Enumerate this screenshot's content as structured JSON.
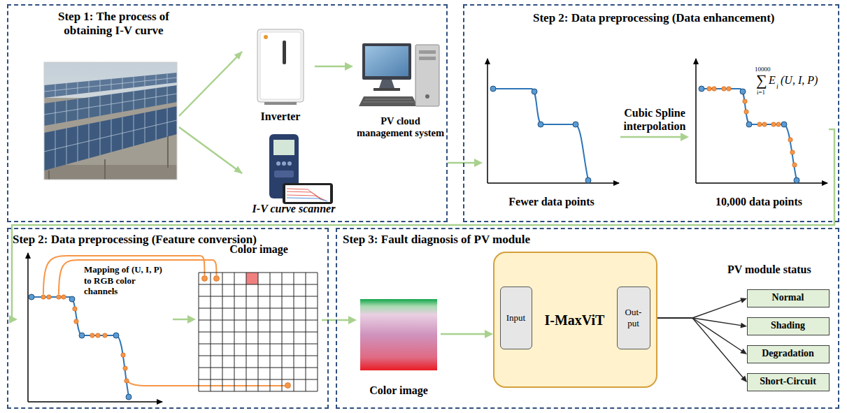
{
  "diagram": {
    "nodes": [
      {
        "text": [
          "Step 1: The process of obtaining I-V curve"
        ]
      },
      {
        "text": [
          "Inverter"
        ],
        "in": 0
      },
      {
        "text": [
          "PV cloud management system"
        ],
        "in": 0
      },
      {
        "text": [
          "I-V curve scanner"
        ],
        "in": 0
      },
      {
        "text": [
          "Step 2: Data preprocessing (Data enhancement)"
        ]
      },
      {
        "text": [
          "Fewer data points"
        ],
        "in": 4
      },
      {
        "text": [
          "10,000 data points"
        ],
        "in": 4
      },
      {
        "text": [
          "Step 2: Data preprocessing (Feature conversion)"
        ]
      },
      {
        "text": [
          "Mapping of (U, I, P) to RGB color channels"
        ],
        "in": 7
      },
      {
        "text": [
          "Color image"
        ],
        "in": 7
      },
      {
        "text": [
          "Step 3: Fault diagnosis of PV module"
        ]
      },
      {
        "text": [
          "Color image"
        ],
        "in": 10
      },
      {
        "text": [
          "I-MaxViT"
        ],
        "in": 10
      },
      {
        "text": [
          "Input"
        ],
        "in": 12
      },
      {
        "text": [
          "Out-put"
        ],
        "in": 12
      },
      {
        "text": [
          "Normal"
        ],
        "in": 10
      },
      {
        "text": [
          "Shading"
        ],
        "in": 10
      },
      {
        "text": [
          "Degradation"
        ],
        "in": 10
      },
      {
        "text": [
          "Short-Circuit"
        ],
        "in": 10
      }
    ],
    "edges": [
      {
        "from": 1,
        "to": 2,
        "arrow": "to"
      },
      {
        "from": 2,
        "to": 5,
        "arrow": "to"
      },
      {
        "from": 5,
        "to": 6,
        "label": "Cubic Spline interpolation",
        "arrow": "to"
      },
      {
        "from": 6,
        "to": 8,
        "arrow": "to"
      },
      {
        "from": 8,
        "to": 9,
        "arrow": "to"
      },
      {
        "from": 9,
        "to": 11,
        "arrow": "to"
      },
      {
        "from": 11,
        "to": 12,
        "arrow": "to"
      },
      {
        "from": 14,
        "to": 15,
        "arrow": "to"
      },
      {
        "from": 14,
        "to": 16,
        "arrow": "to"
      },
      {
        "from": 14,
        "to": 17,
        "arrow": "to"
      },
      {
        "from": 14,
        "to": 18,
        "arrow": "to"
      }
    ],
    "labels": [
      "PV module status",
      "10000",
      "∑",
      "i=1",
      "E",
      "i",
      "(U, I, P)"
    ]
  }
}
